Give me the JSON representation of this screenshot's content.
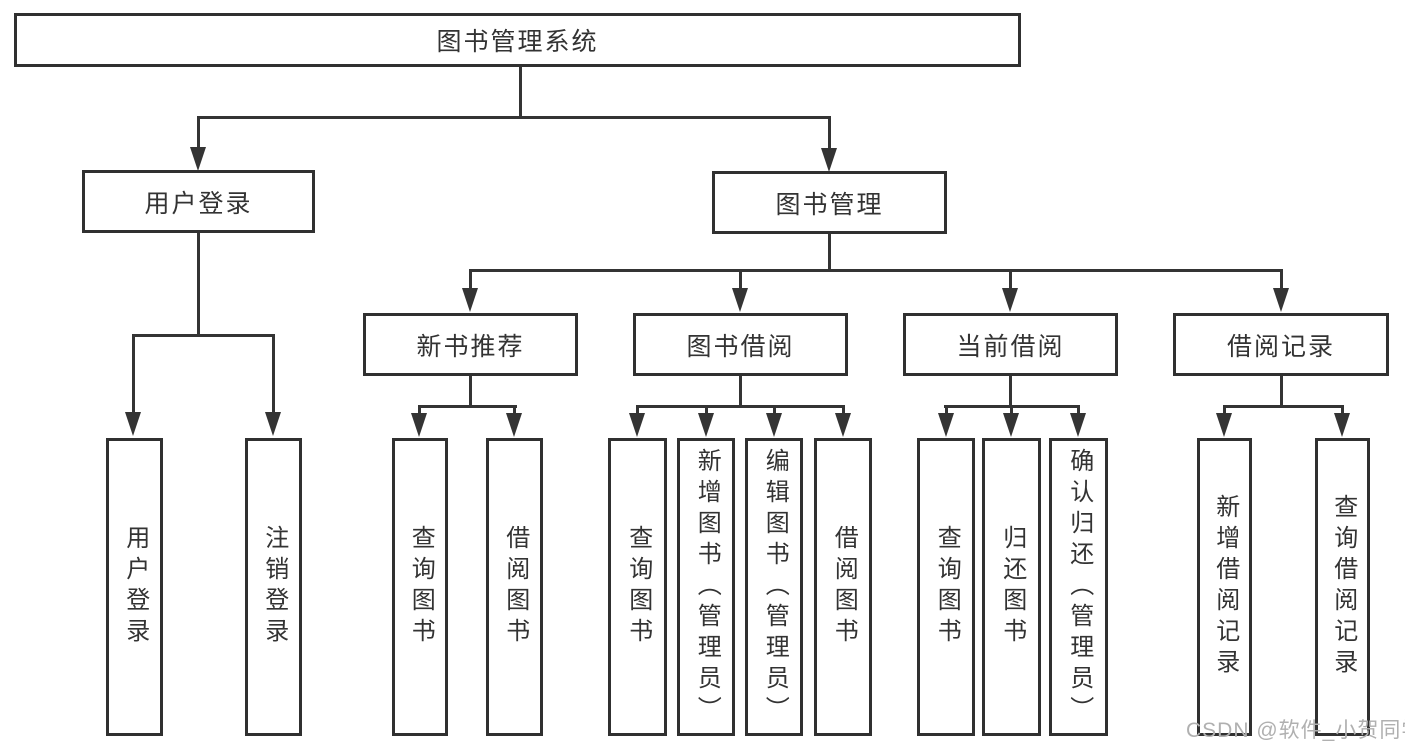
{
  "diagram": {
    "title": "图书管理系统",
    "branches": [
      {
        "label": "用户登录",
        "children": [
          "用户登录",
          "注销登录"
        ]
      },
      {
        "label": "图书管理",
        "sections": [
          {
            "label": "新书推荐",
            "children": [
              "查询图书",
              "借阅图书"
            ]
          },
          {
            "label": "图书借阅",
            "children": [
              "查询图书",
              "新增图书（管理员）",
              "编辑图书（管理员）",
              "借阅图书"
            ]
          },
          {
            "label": "当前借阅",
            "children": [
              "查询图书",
              "归还图书",
              "确认归还（管理员）"
            ]
          },
          {
            "label": "借阅记录",
            "children": [
              "新增借阅记录",
              "查询借阅记录"
            ]
          }
        ]
      }
    ]
  },
  "watermark": {
    "text": "CSDN @软件_小贺同学"
  },
  "colors": {
    "line": "#343434",
    "box_border": "#303030",
    "text": "#333333",
    "watermark": "#b0b0b0",
    "background": "#ffffff"
  }
}
